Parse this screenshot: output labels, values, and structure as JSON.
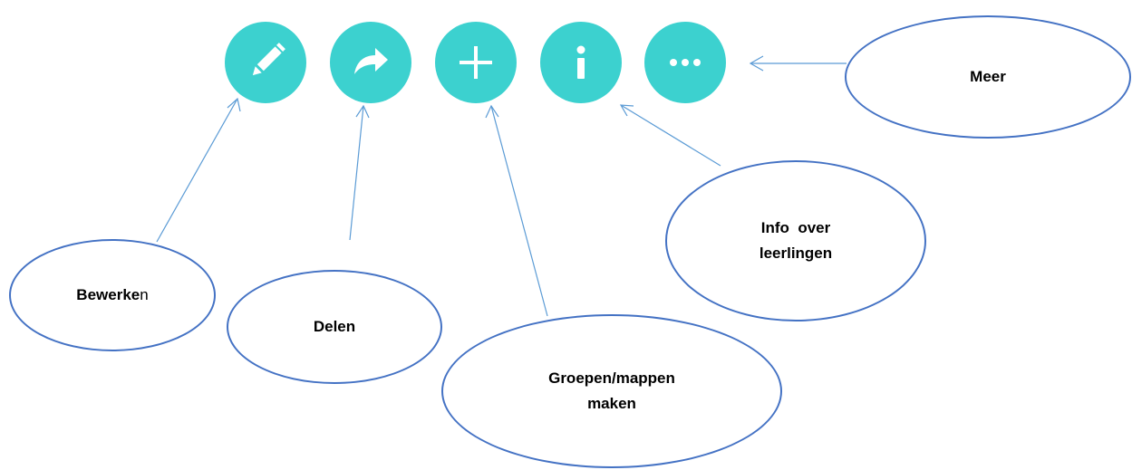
{
  "toolbar": {
    "buttons": [
      {
        "id": "edit",
        "icon": "pencil-icon"
      },
      {
        "id": "share",
        "icon": "share-arrow-icon"
      },
      {
        "id": "add",
        "icon": "plus-icon"
      },
      {
        "id": "info",
        "icon": "info-icon"
      },
      {
        "id": "more",
        "icon": "ellipsis-icon"
      }
    ],
    "button_color": "#3cd1cf",
    "icon_color": "#ffffff"
  },
  "callouts": {
    "edit": {
      "bold": "Bewerke",
      "tail": "n"
    },
    "share": {
      "label": "Delen"
    },
    "add": {
      "line1": "Groepen/mappen",
      "line2": "maken"
    },
    "info": {
      "line1": "Info  over",
      "line2": "leerlingen"
    },
    "more": {
      "label": "Meer"
    }
  },
  "connector_color": "#5b9bd5",
  "outline_color": "#4472c4"
}
